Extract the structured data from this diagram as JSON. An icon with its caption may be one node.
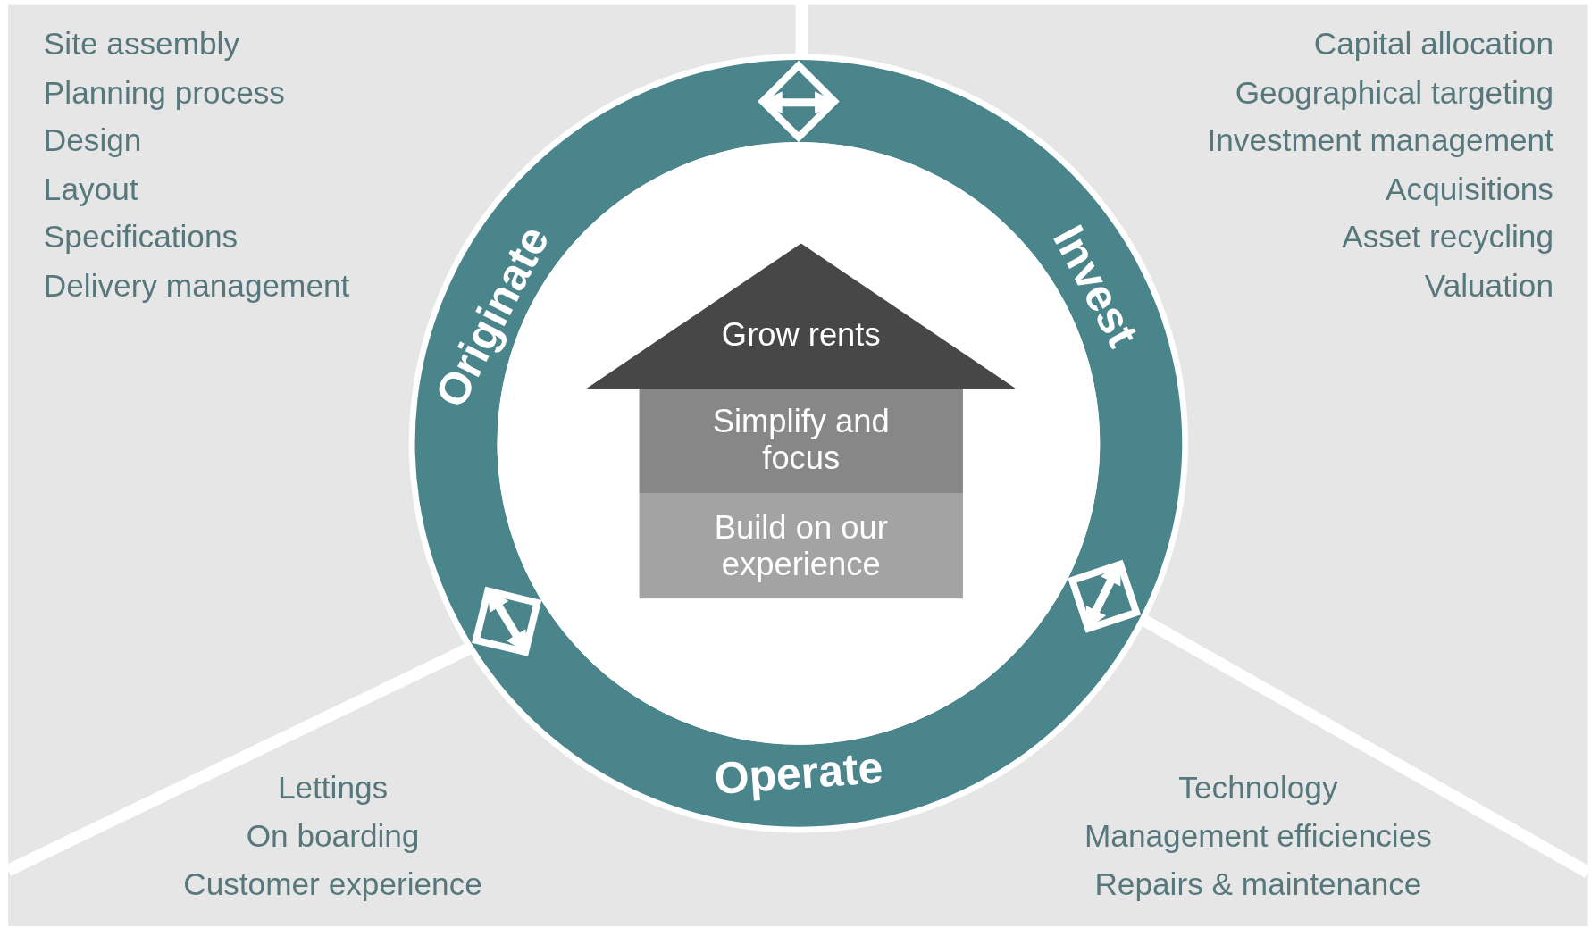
{
  "diagram": {
    "nodes": [
      {
        "text": [
          "Originate"
        ]
      },
      {
        "text": [
          "Invest"
        ]
      },
      {
        "text": [
          "Operate"
        ]
      },
      {
        "text": [
          "Grow rents"
        ]
      },
      {
        "text": [
          "Simplify and focus"
        ]
      },
      {
        "text": [
          "Build on our experience"
        ]
      }
    ],
    "edges": [
      {
        "from": 0,
        "to": 1,
        "arrow": "both"
      },
      {
        "from": 1,
        "to": 2,
        "arrow": "both"
      },
      {
        "from": 2,
        "to": 0,
        "arrow": "both"
      }
    ],
    "labels": [
      "Site assembly",
      "Planning process",
      "Design",
      "Layout",
      "Specifications",
      "Delivery management",
      "Capital allocation",
      "Geographical targeting",
      "Investment management",
      "Acquisitions",
      "Asset recycling",
      "Valuation",
      "Lettings",
      "On boarding",
      "Customer experience",
      "Technology",
      "Management efficiencies",
      "Repairs & maintenance"
    ]
  }
}
